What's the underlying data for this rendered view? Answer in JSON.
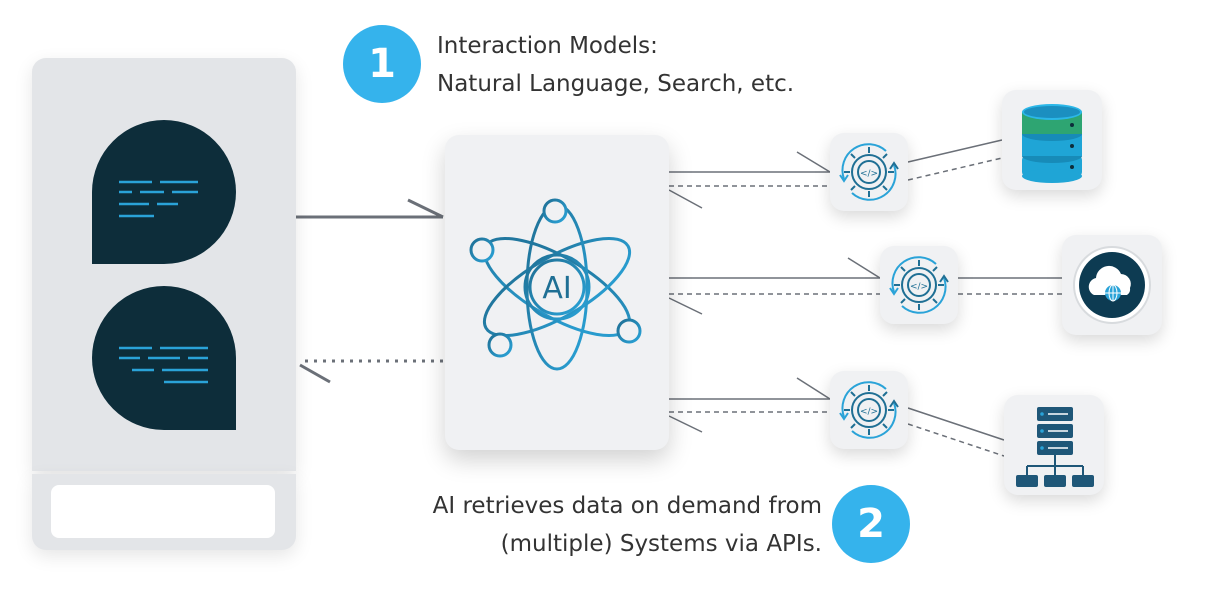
{
  "annotations": {
    "step1": {
      "number": "1",
      "line1": "Interaction Models:",
      "line2": "Natural Language, Search, etc."
    },
    "step2": {
      "number": "2",
      "line1": "AI retrieves data on demand from",
      "line2": "(multiple) Systems via APIs."
    }
  },
  "ai_core": {
    "label": "AI",
    "icon": "atom-icon"
  },
  "api_connectors": [
    {
      "icon": "api-gear-icon",
      "code_glyph": "</>"
    },
    {
      "icon": "api-gear-icon",
      "code_glyph": "</>"
    },
    {
      "icon": "api-gear-icon",
      "code_glyph": "</>"
    }
  ],
  "systems": [
    {
      "icon": "database-icon"
    },
    {
      "icon": "cloud-globe-icon"
    },
    {
      "icon": "server-network-icon"
    }
  ],
  "colors": {
    "badge": "#35b3ec",
    "chat_bubble": "#0d2d3a",
    "bubble_lines": "#2aa3d8",
    "ai_icon_dark": "#1f6f94",
    "ai_icon_light": "#2aa3d8",
    "connector": "#6b7078",
    "db_top": "#1fa5d6",
    "db_green": "#2ea572",
    "cloud_dark": "#0d3b52",
    "server": "#1f5778"
  }
}
